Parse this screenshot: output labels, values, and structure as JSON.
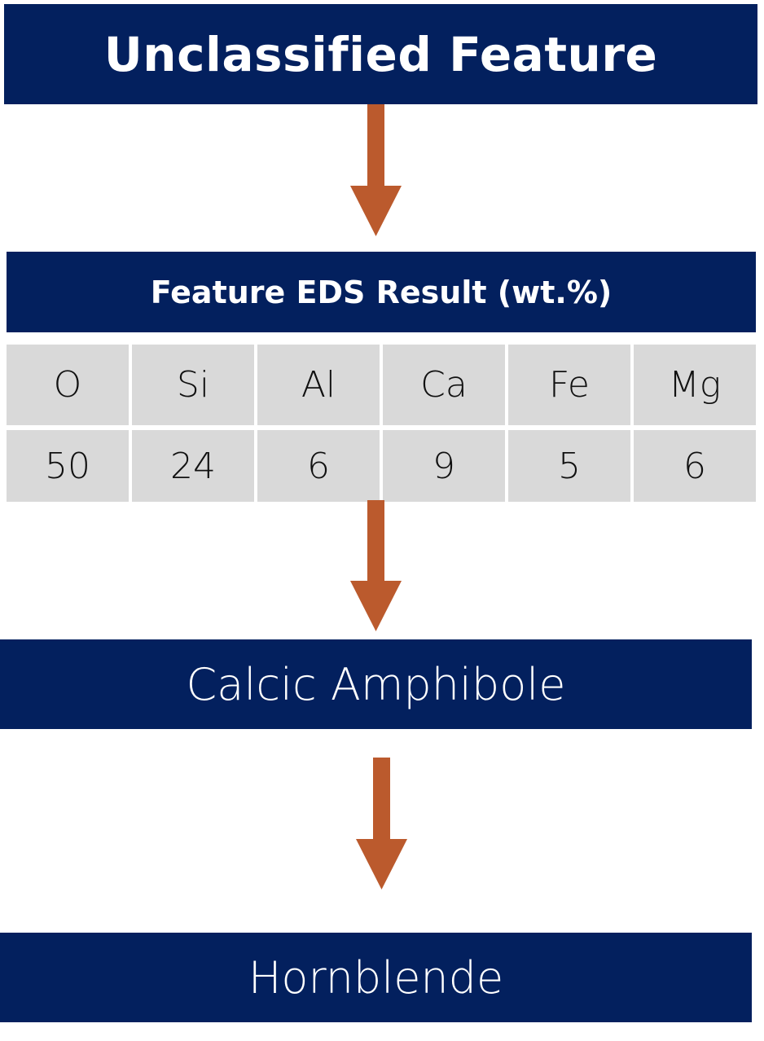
{
  "colors": {
    "box_fill": "#03205e",
    "box_text": "#ffffff",
    "arrow": "#bb5a2d",
    "cell_fill": "#d9d9d9",
    "cell_text": "#111111"
  },
  "steps": {
    "start": {
      "label": "Unclassified Feature"
    },
    "eds": {
      "title": "Feature EDS Result (wt.%)",
      "elements": [
        "O",
        "Si",
        "Al",
        "Ca",
        "Fe",
        "Mg"
      ],
      "values": [
        "50",
        "24",
        "6",
        "9",
        "5",
        "6"
      ]
    },
    "group": {
      "label": "Calcic Amphibole"
    },
    "mineral": {
      "label": "Hornblende"
    }
  },
  "arrows": [
    {
      "from": "start",
      "to": "eds",
      "icon": "down-arrow-icon"
    },
    {
      "from": "eds",
      "to": "group",
      "icon": "down-arrow-icon"
    },
    {
      "from": "group",
      "to": "mineral",
      "icon": "down-arrow-icon"
    }
  ]
}
